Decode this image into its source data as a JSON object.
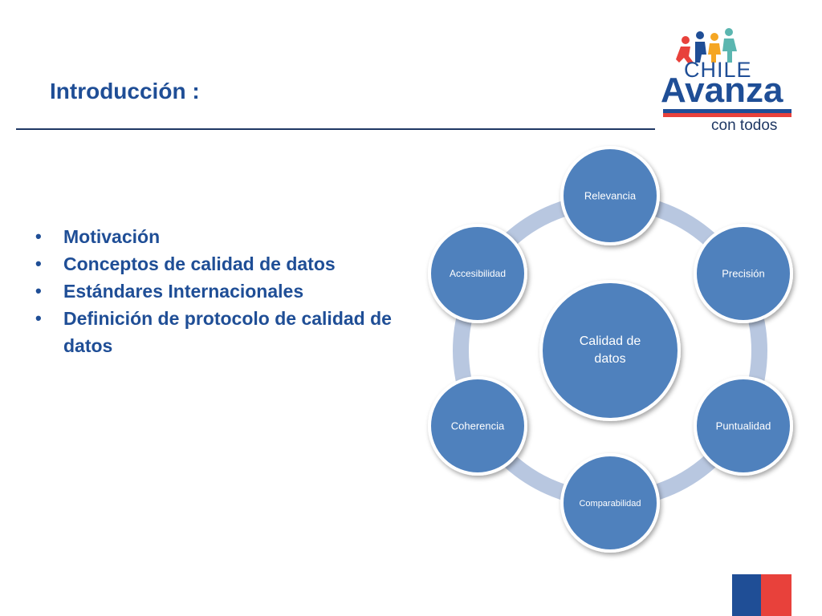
{
  "slide": {
    "title": "Introducción :"
  },
  "bullets": [
    "Motivación",
    "Conceptos de calidad de datos",
    "Estándares Internacionales",
    "Definición de protocolo de calidad de datos"
  ],
  "logo": {
    "line1": "CHILE",
    "line2": "Avanza",
    "line3": "con todos"
  },
  "diagram": {
    "center": [
      "Calidad de",
      "datos"
    ],
    "nodes": [
      "Relevancia",
      "Precisión",
      "Puntualidad",
      "Comparabilidad",
      "Coherencia",
      "Accesibilidad"
    ]
  },
  "colors": {
    "title": "#1f4e96",
    "node_fill": "#4f81bd",
    "ring": "#b8c7e0",
    "flag_blue": "#1f4e96",
    "flag_red": "#e8413b"
  }
}
